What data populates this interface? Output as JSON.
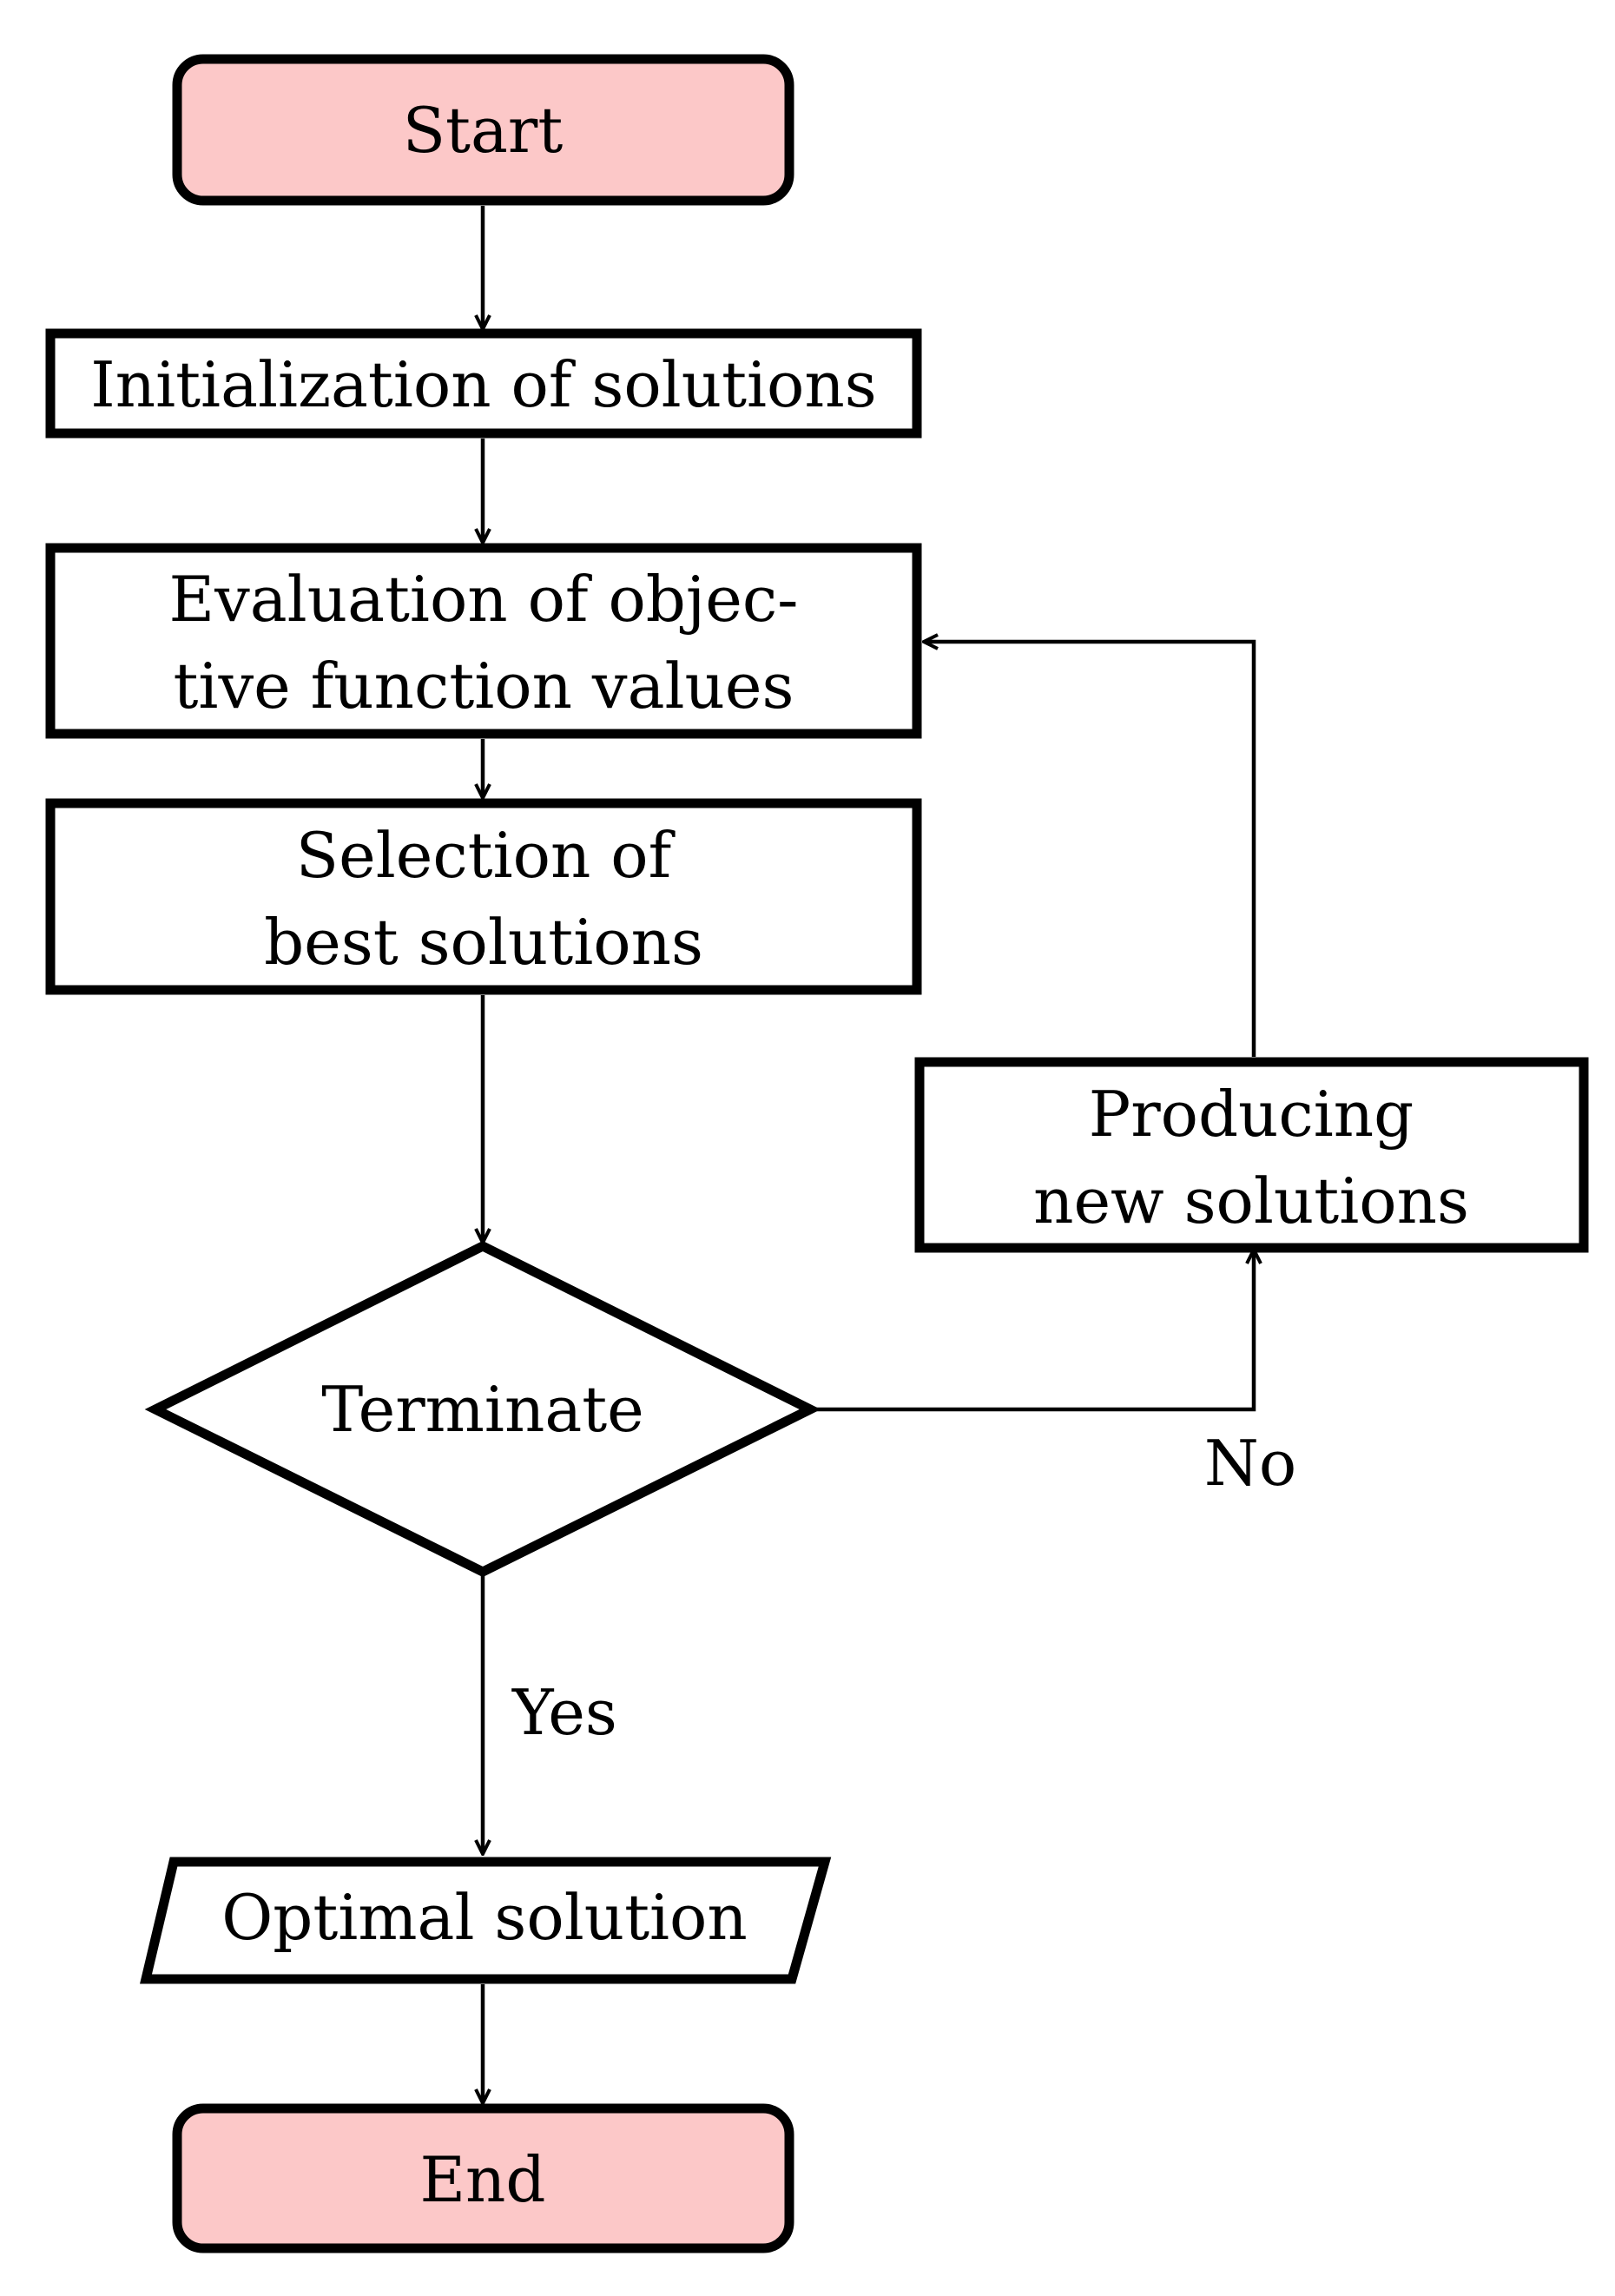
{
  "colors": {
    "terminal_fill": "#fcc8c8",
    "process_fill": "#ffffff",
    "stroke": "#000000"
  },
  "nodes": {
    "start": {
      "label": "Start"
    },
    "init": {
      "label": "Initialization of solutions"
    },
    "eval": {
      "line1": "Evaluation of objec-",
      "line2": "tive function values"
    },
    "select": {
      "line1": "Selection of",
      "line2": "best solutions"
    },
    "produce": {
      "line1": "Producing",
      "line2": "new solutions"
    },
    "terminate": {
      "label": "Terminate"
    },
    "optimal": {
      "label": "Optimal solution"
    },
    "end": {
      "label": "End"
    }
  },
  "edges": {
    "no_label": "No",
    "yes_label": "Yes"
  }
}
